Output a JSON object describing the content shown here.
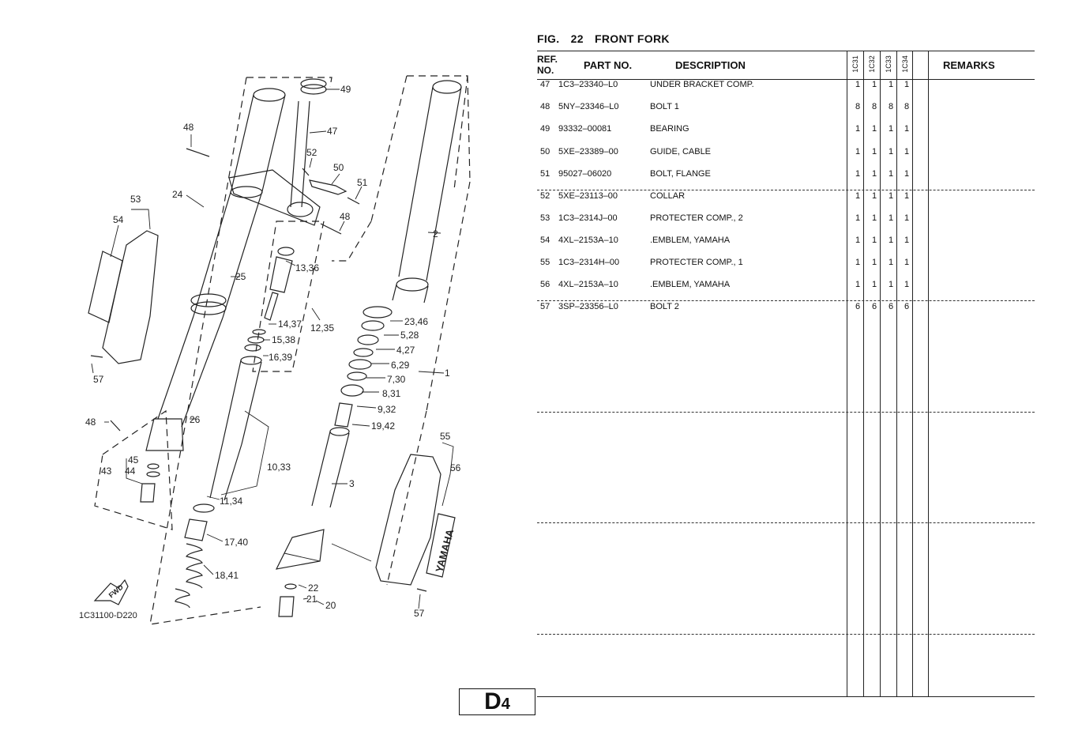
{
  "figure": {
    "label": "FIG.",
    "number": "22",
    "title": "FRONT FORK"
  },
  "table": {
    "headers": {
      "ref": "REF.",
      "no": "NO.",
      "part_no": "PART NO.",
      "description": "DESCRIPTION",
      "remarks": "REMARKS"
    },
    "models": [
      "1C31",
      "1C32",
      "1C33",
      "1C34"
    ],
    "rows": [
      {
        "ref": "47",
        "part_no": "1C3–23340–L0",
        "description": "UNDER BRACKET COMP.",
        "qty": [
          "1",
          "1",
          "1",
          "1"
        ]
      },
      {
        "ref": "48",
        "part_no": "5NY–23346–L0",
        "description": "BOLT 1",
        "qty": [
          "8",
          "8",
          "8",
          "8"
        ]
      },
      {
        "ref": "49",
        "part_no": "93332–00081",
        "description": "BEARING",
        "qty": [
          "1",
          "1",
          "1",
          "1"
        ]
      },
      {
        "ref": "50",
        "part_no": "5XE–23389–00",
        "description": "GUIDE, CABLE",
        "qty": [
          "1",
          "1",
          "1",
          "1"
        ]
      },
      {
        "ref": "51",
        "part_no": "95027–06020",
        "description": "BOLT, FLANGE",
        "qty": [
          "1",
          "1",
          "1",
          "1"
        ]
      },
      {
        "ref": "52",
        "part_no": "5XE–23113–00",
        "description": "COLLAR",
        "qty": [
          "1",
          "1",
          "1",
          "1"
        ]
      },
      {
        "ref": "53",
        "part_no": "1C3–2314J–00",
        "description": "PROTECTER COMP., 2",
        "qty": [
          "1",
          "1",
          "1",
          "1"
        ]
      },
      {
        "ref": "54",
        "part_no": "4XL–2153A–10",
        "description": ".EMBLEM, YAMAHA",
        "qty": [
          "1",
          "1",
          "1",
          "1"
        ]
      },
      {
        "ref": "55",
        "part_no": "1C3–2314H–00",
        "description": "PROTECTER COMP., 1",
        "qty": [
          "1",
          "1",
          "1",
          "1"
        ]
      },
      {
        "ref": "56",
        "part_no": "4XL–2153A–10",
        "description": ".EMBLEM, YAMAHA",
        "qty": [
          "1",
          "1",
          "1",
          "1"
        ]
      },
      {
        "ref": "57",
        "part_no": "3SP–23356–L0",
        "description": "BOLT 2",
        "qty": [
          "6",
          "6",
          "6",
          "6"
        ]
      }
    ]
  },
  "diagram": {
    "code": "1C31100-D220",
    "fwd": "FWD",
    "emblem": "YAMAHA",
    "callouts": [
      "49",
      "48",
      "47",
      "52",
      "50",
      "51",
      "48",
      "53",
      "54",
      "24",
      "2",
      "25",
      "13,36",
      "12,35",
      "14,37",
      "15,38",
      "16,39",
      "23,46",
      "5,28",
      "4,27",
      "6,29",
      "7,30",
      "8,31",
      "9,32",
      "1",
      "57",
      "19,42",
      "48",
      "26",
      "55",
      "56",
      "45",
      "44",
      "43",
      "10,33",
      "3",
      "11,34",
      "17,40",
      "18,41",
      "22",
      "21",
      "20",
      "57"
    ]
  },
  "page": {
    "section": "D",
    "number": "4"
  }
}
